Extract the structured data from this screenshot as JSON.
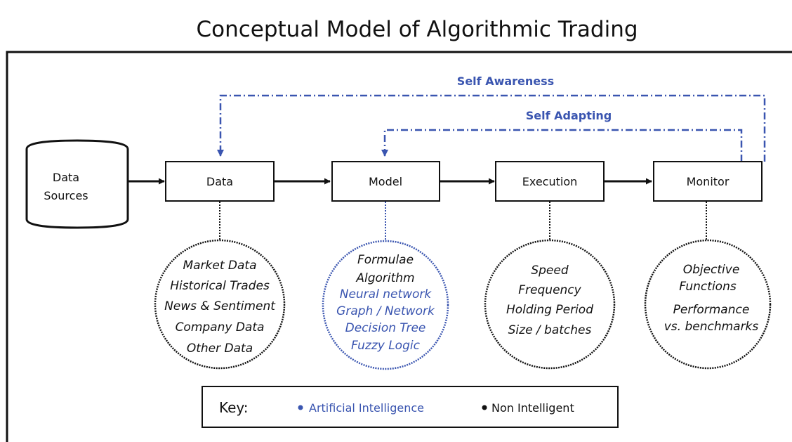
{
  "title": "Conceptual Model of Algorithmic Trading",
  "colors": {
    "ai": "#3a55b0",
    "non_ai": "#111111",
    "frame": "#111111"
  },
  "feedback": {
    "self_awareness": "Self Awareness",
    "self_adapting": "Self Adapting"
  },
  "source": {
    "line1": "Data",
    "line2": "Sources"
  },
  "stages": {
    "data": "Data",
    "model": "Model",
    "execution": "Execution",
    "monitor": "Monitor"
  },
  "details": {
    "data": [
      "Market Data",
      "Historical Trades",
      "News & Sentiment",
      "Company Data",
      "Other Data"
    ],
    "model_non_ai": [
      "Formulae",
      "Algorithm"
    ],
    "model_ai": [
      "Neural network",
      "Graph / Network",
      "Decision Tree",
      "Fuzzy Logic"
    ],
    "execution": [
      "Speed",
      "Frequency",
      "Holding Period",
      "Size / batches"
    ],
    "monitor": [
      "Objective",
      "Functions",
      "Performance",
      "vs. benchmarks"
    ]
  },
  "key": {
    "label": "Key:",
    "ai": "Artificial Intelligence",
    "non_ai": "Non Intelligent"
  }
}
